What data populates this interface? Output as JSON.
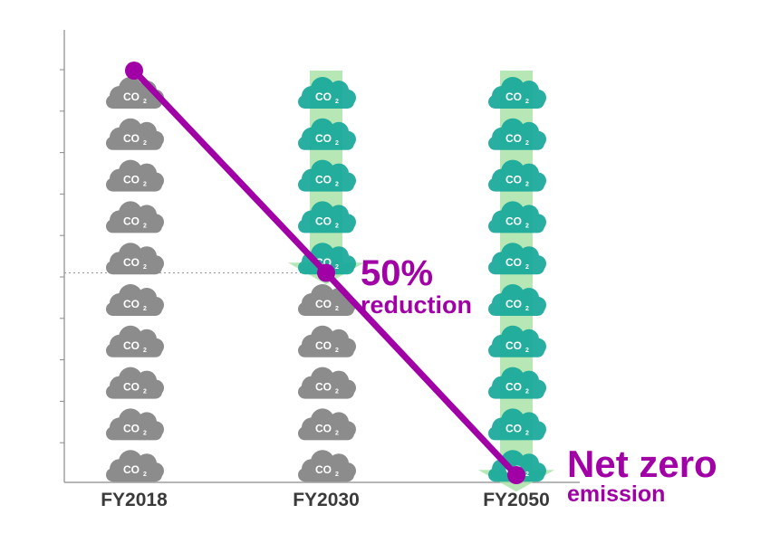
{
  "chart_data": {
    "type": "pictograph",
    "categories": [
      "FY2018",
      "FY2030",
      "FY2050"
    ],
    "units_per_category": 10,
    "unit_icon_label": "CO2",
    "series": [
      {
        "values": [
          10,
          5,
          0
        ]
      },
      {
        "values": [
          0,
          5,
          10
        ]
      }
    ],
    "trend_line": [
      {
        "x": "FY2018",
        "y": 10
      },
      {
        "x": "FY2030",
        "y": 5
      },
      {
        "x": "FY2050",
        "y": 0
      }
    ],
    "ylim": [
      0,
      10
    ],
    "grid": false,
    "reference_line_y": 5,
    "annotations": [
      {
        "big": "50%",
        "small": "reduction",
        "at": "FY2030"
      },
      {
        "big": "Net zero",
        "small": "emission",
        "at": "FY2050"
      }
    ]
  },
  "colors": {
    "emitted_icon": "#8c8c8c",
    "offset_icon": "#17a99a",
    "reduction_arrow": "#a9e3a8",
    "trend_line": "#a000a6",
    "axis": "#8a8a8a",
    "tick_label": "#3a3a3a"
  },
  "icon": "co2-cloud-icon"
}
